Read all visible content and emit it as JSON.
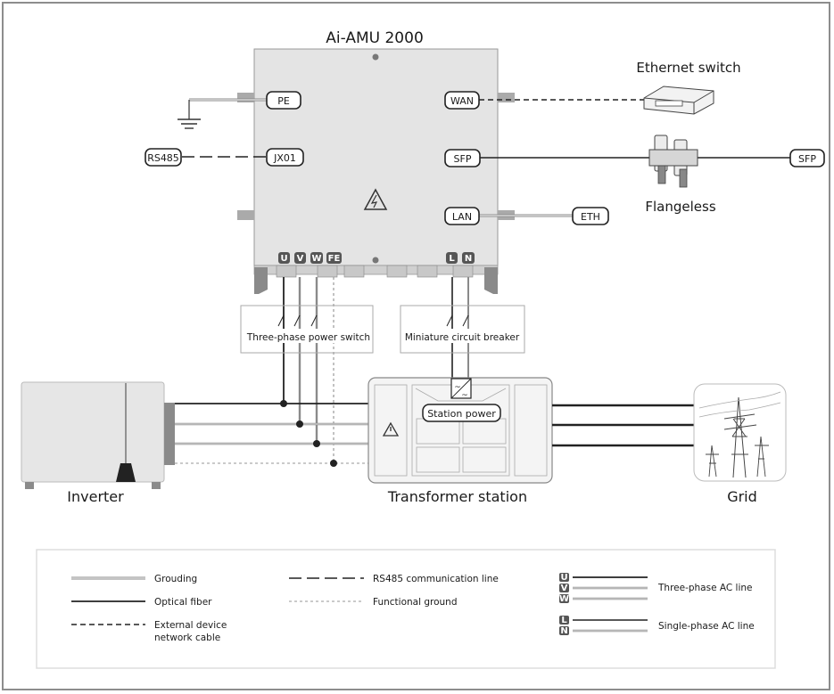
{
  "title": "Ai-AMU 2000",
  "devices": {
    "ethernet_switch": "Ethernet switch",
    "flangeless": "Flangeless",
    "inverter": "Inverter",
    "transformer_station": "Transformer station",
    "grid": "Grid",
    "station_power": "Station power",
    "three_phase_switch": "Three-phase power switch",
    "mcb": "Miniature circuit breaker"
  },
  "ports": {
    "pe": "PE",
    "jx01": "JX01",
    "rs485": "RS485",
    "wan": "WAN",
    "sfp_left": "SFP",
    "sfp_right": "SFP",
    "lan": "LAN",
    "eth": "ETH"
  },
  "terminals": {
    "u": "U",
    "v": "V",
    "w": "W",
    "fe": "FE",
    "l": "L",
    "n": "N"
  },
  "legend": {
    "grounding": "Grouding",
    "optical_fiber": "Optical fiber",
    "external_cable_1": "External device",
    "external_cable_2": "network cable",
    "rs485_line": "RS485 communication line",
    "functional_ground": "Functional ground",
    "three_phase_ac": "Three-phase AC line",
    "single_phase_ac": "Single-phase AC line",
    "u": "U",
    "v": "V",
    "w": "W",
    "l": "L",
    "n": "N"
  },
  "icons": [
    "warning-icon",
    "ground-icon",
    "ethernet-switch-icon",
    "flangeless-connector-icon",
    "transmission-tower-icon",
    "switch-icon",
    "transformer-icon"
  ]
}
